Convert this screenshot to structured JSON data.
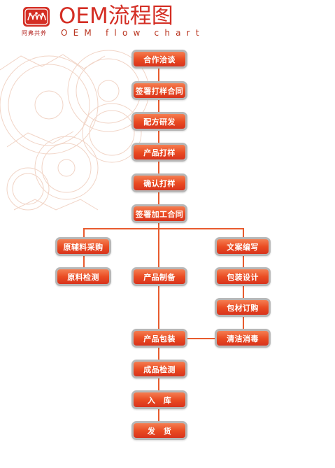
{
  "header": {
    "logo_caption": "阿弗共养",
    "title": "OEM流程图",
    "subtitle": "OEM flow chart"
  },
  "steps": {
    "cooperation_talk": "合作洽谈",
    "sign_sample_contract": "签署打样合同",
    "formula_rd": "配方研发",
    "product_sample": "产品打样",
    "confirm_sample": "确认打样",
    "sign_processing_contract": "签署加工合同",
    "raw_material_purchase": "原辅料采购",
    "copywriting": "文案编写",
    "raw_material_testing": "原料检测",
    "product_manufacturing": "产品制备",
    "packaging_design": "包装设计",
    "packaging_material_order": "包材订购",
    "product_packaging": "产品包装",
    "cleaning_disinfection": "清洁消毒",
    "finished_product_testing": "成品检测",
    "warehousing": "入　库",
    "shipping": "发　货"
  },
  "colors": {
    "accent": "#e85b2e",
    "title": "#d42e24",
    "box_border": "#b7b7b7"
  }
}
